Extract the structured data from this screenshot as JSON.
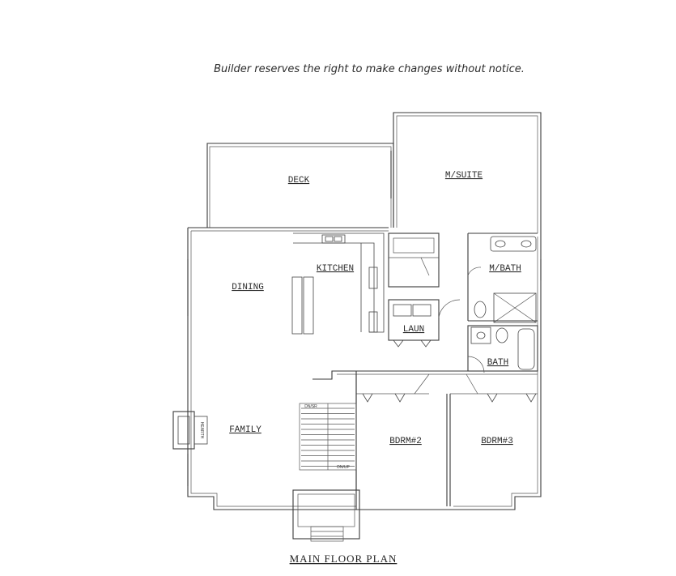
{
  "notice": "Builder reserves the right to make changes without notice.",
  "title": "MAIN FLOOR PLAN",
  "rooms": {
    "deck": "DECK",
    "suite": "M/SUITE",
    "kitchen": "KITCHEN",
    "dining": "DINING",
    "mbath": "M/BATH",
    "laun": "LAUN",
    "bath": "BATH",
    "family": "FAMILY",
    "bdrm2": "BDRM#2",
    "bdrm3": "BDRM#3"
  },
  "small_labels": {
    "hearth": "HEARTH",
    "stair_down": "DN/UP",
    "stair_up": "DN/SR"
  }
}
